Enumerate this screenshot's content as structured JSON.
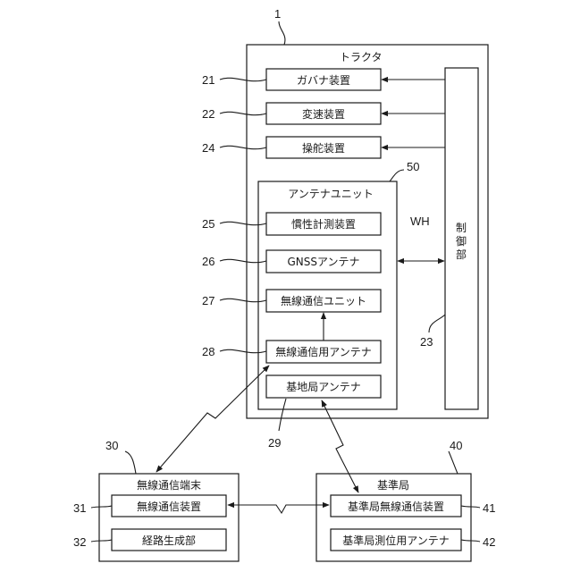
{
  "tractor": {
    "ref": "1",
    "title": "トラクタ"
  },
  "governor": {
    "ref": "21",
    "label": "ガバナ装置"
  },
  "transmission": {
    "ref": "22",
    "label": "変速装置"
  },
  "steering": {
    "ref": "24",
    "label": "操舵装置"
  },
  "antenna_unit": {
    "ref": "50",
    "title": "アンテナユニット"
  },
  "imu": {
    "ref": "25",
    "label": "慣性計測装置"
  },
  "gnss": {
    "ref": "26",
    "label": "GNSSアンテナ"
  },
  "radio_unit": {
    "ref": "27",
    "label": "無線通信ユニット"
  },
  "radio_antenna": {
    "ref": "28",
    "label": "無線通信用アンテナ"
  },
  "base_antenna": {
    "ref": "29",
    "label": "基地局アンテナ"
  },
  "controller": {
    "ref": "23",
    "label": [
      "制",
      "御",
      "部"
    ]
  },
  "harness": {
    "label": "WH"
  },
  "terminal": {
    "ref": "30",
    "title": "無線通信端末",
    "device": {
      "ref": "31",
      "label": "無線通信装置"
    },
    "route": {
      "ref": "32",
      "label": "経路生成部"
    }
  },
  "base_station": {
    "ref": "40",
    "title": "基準局",
    "device": {
      "ref": "41",
      "label": "基準局無線通信装置"
    },
    "antenna": {
      "ref": "42",
      "label": "基準局測位用アンテナ"
    }
  }
}
